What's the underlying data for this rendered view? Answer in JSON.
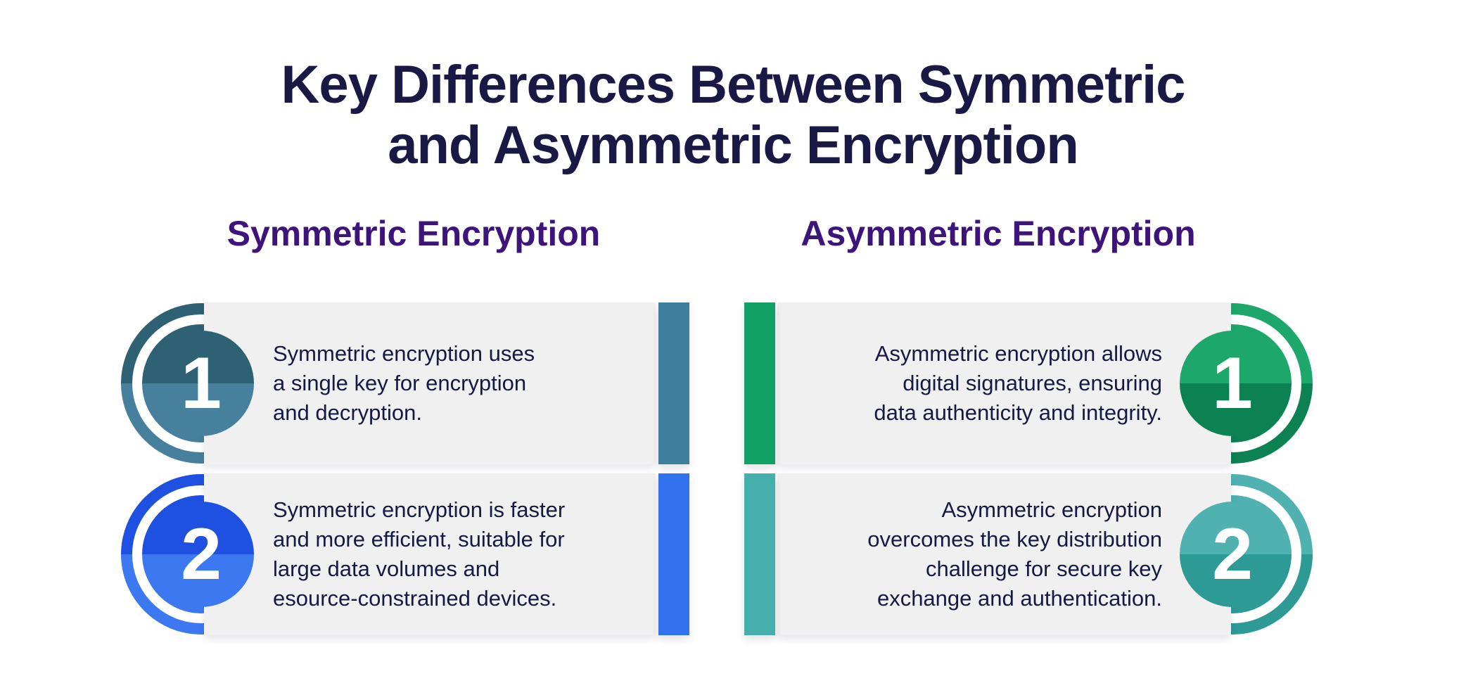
{
  "title": {
    "text": "Key Differences Between Symmetric\nand Asymmetric Encryption",
    "color": "#1A1946"
  },
  "header_color": "#3D1479",
  "text_color": "#151A45",
  "card_bg": "#F0F0F0",
  "columns": [
    {
      "header": "Symmetric Encryption",
      "items": [
        {
          "number": "1",
          "text": "Symmetric encryption uses\na single key for encryption\nand decryption.",
          "circle_top": "#2E6173",
          "circle_bottom": "#46809D",
          "bar": "#3F7E9C"
        },
        {
          "number": "2",
          "text": "Symmetric encryption is faster\nand more efficient, suitable for\nlarge data volumes and\nesource-constrained devices.",
          "circle_top": "#1E51E1",
          "circle_bottom": "#3C79F0",
          "bar": "#3372EE"
        }
      ]
    },
    {
      "header": "Asymmetric Encryption",
      "items": [
        {
          "number": "1",
          "text": "Asymmetric encryption allows\ndigital signatures, ensuring\ndata authenticity and integrity.",
          "circle_top": "#1EA76A",
          "circle_bottom": "#0C8152",
          "bar": "#12A164"
        },
        {
          "number": "2",
          "text": "Asymmetric encryption\novercomes the key distribution\nchallenge for secure key\nexchange and authentication.",
          "circle_top": "#4FB2B0",
          "circle_bottom": "#2E9A96",
          "bar": "#46AEAB"
        }
      ]
    }
  ]
}
